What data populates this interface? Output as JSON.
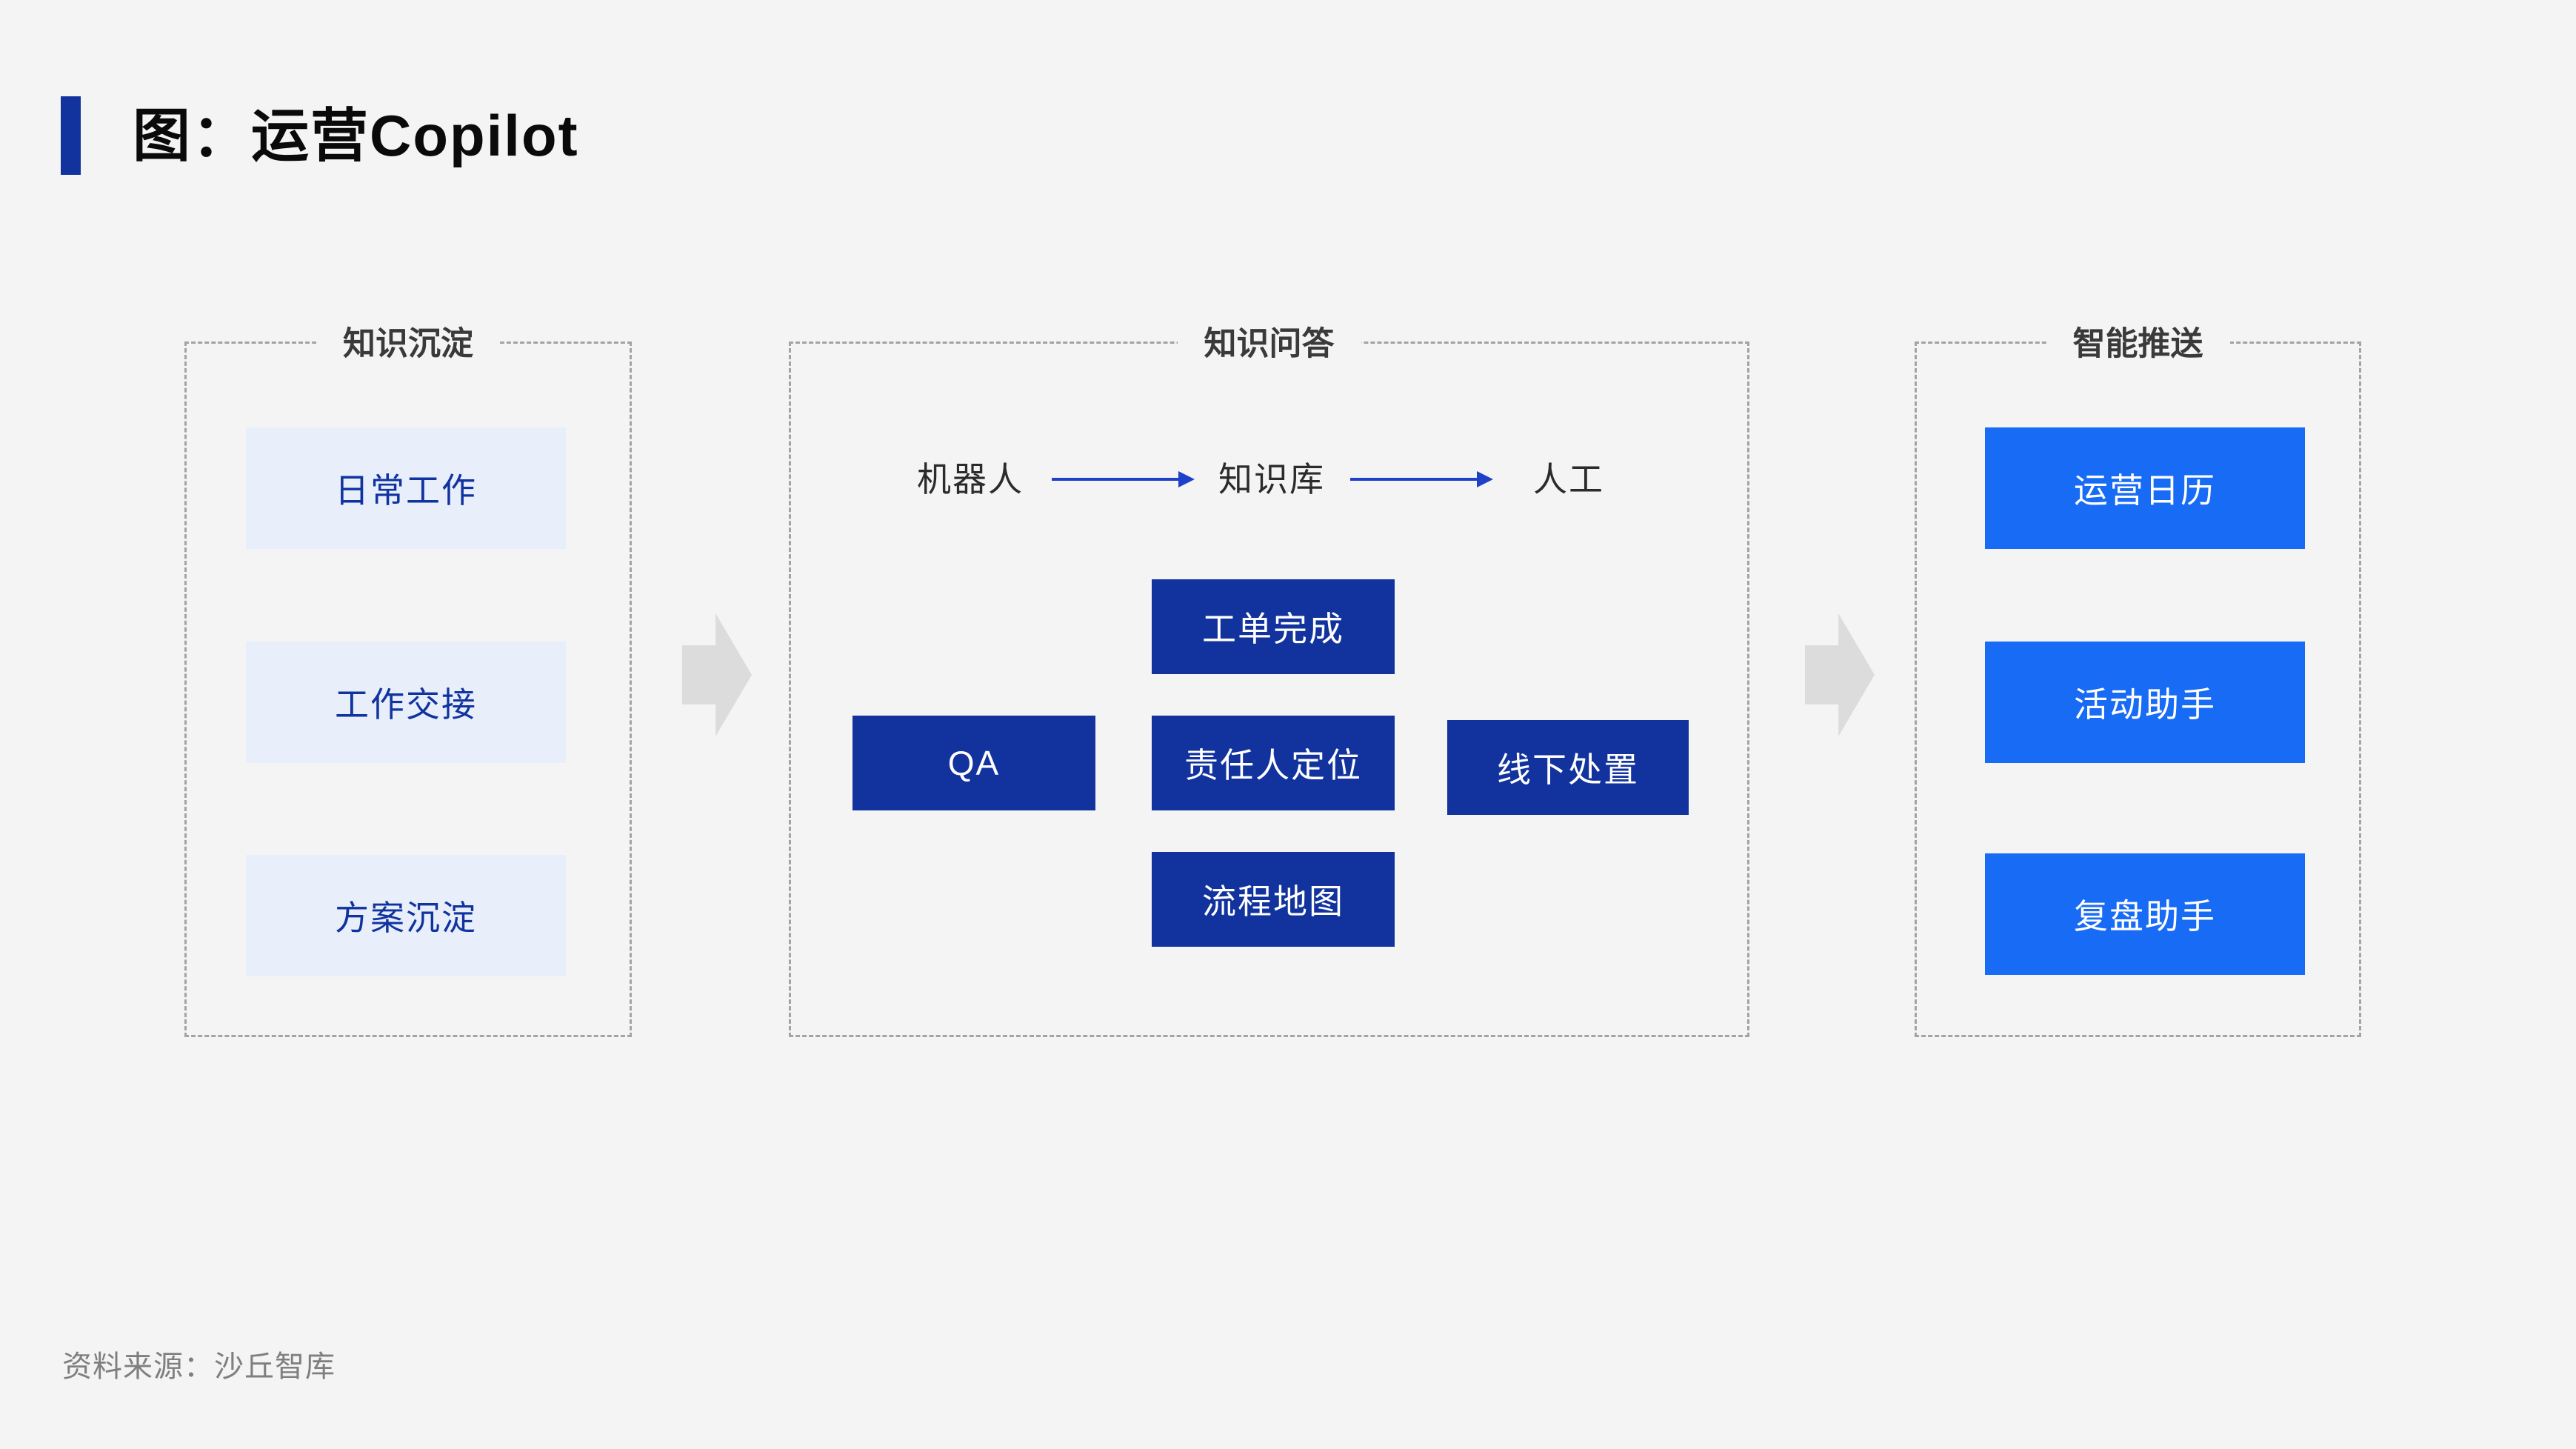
{
  "title": "图：运营Copilot",
  "source": "资料来源：沙丘智库",
  "colors": {
    "page_bg": "#F4F4F5",
    "title_accent_blue": "#12339E",
    "dark_blue_box": "#12339E",
    "bright_blue_box": "#186BF4",
    "light_blue_box_bg": "#E8EFFB",
    "light_blue_box_text": "#10339F",
    "flow_arrow_blue": "#1F41C9",
    "big_arrow_gray": "#DCDCDC",
    "panel_border_gray": "#A3A3A3",
    "header_text": "#3A3A3A",
    "source_text": "#7F7F7F"
  },
  "panels": [
    {
      "title": "知识沉淀",
      "items": [
        "日常工作",
        "工作交接",
        "方案沉淀"
      ]
    },
    {
      "title": "知识问答",
      "flow": [
        "机器人",
        "知识库",
        "人工"
      ],
      "capabilities": {
        "top": "工单完成",
        "left": "QA",
        "center": "责任人定位",
        "right": "线下处置",
        "bottom": "流程地图"
      }
    },
    {
      "title": "智能推送",
      "items": [
        "运营日历",
        "活动助手",
        "复盘助手"
      ]
    }
  ]
}
